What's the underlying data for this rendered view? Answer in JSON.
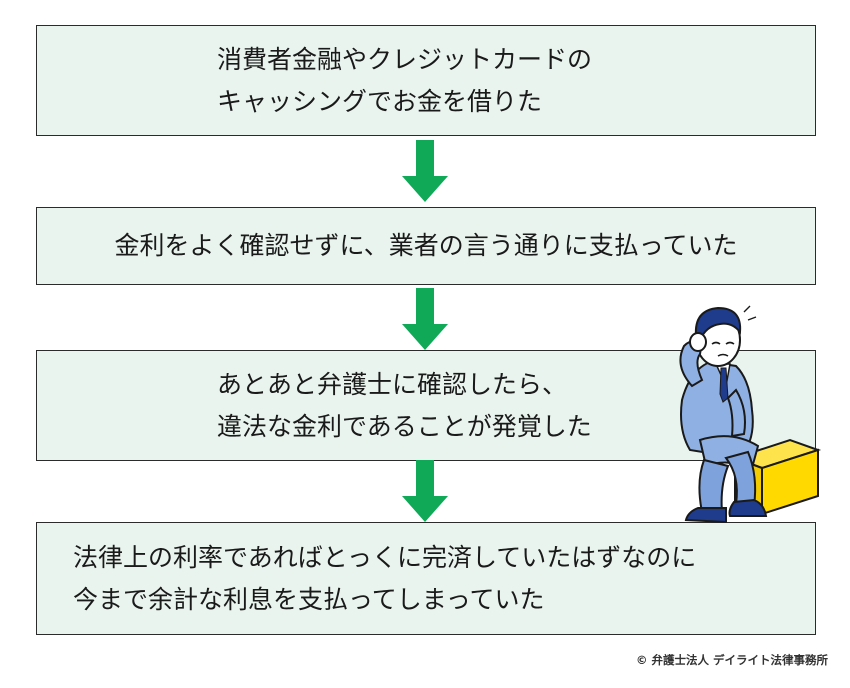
{
  "steps": [
    {
      "lines": [
        "消費者金融やクレジットカードの",
        "キャッシングでお金を借りた"
      ]
    },
    {
      "lines": [
        "金利をよく確認せずに、業者の言う通りに支払っていた"
      ]
    },
    {
      "lines": [
        "あとあと弁護士に確認したら、",
        "違法な金利であることが発覚した"
      ]
    },
    {
      "lines": [
        "法律上の利率であればとっくに完済していたはずなのに",
        "今まで余計な利息を支払ってしまっていた"
      ]
    }
  ],
  "copyright": "© 弁護士法人 デイライト法律事務所",
  "colors": {
    "box_fill": "#eaf4ef",
    "border": "#2b2b2b",
    "arrow": "#0fa958"
  },
  "illustration": "worried-businessman-sitting-on-box"
}
